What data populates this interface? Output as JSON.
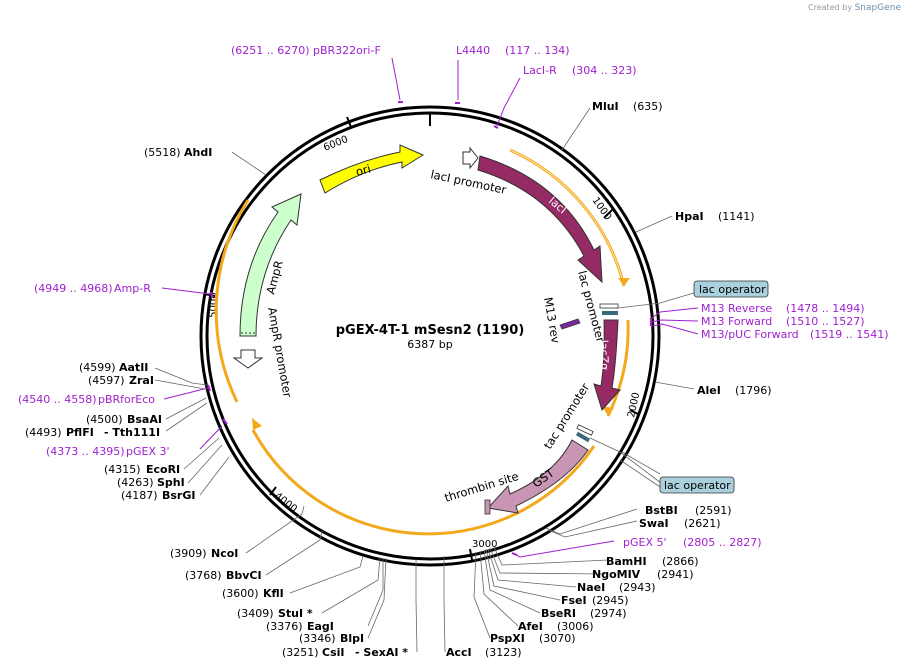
{
  "brand": {
    "created_by": "Created by",
    "name": "SnapGene"
  },
  "plasmid": {
    "name": "pGEX-4T-1 mSesn2 (1190)",
    "size": "6387 bp"
  },
  "ticks": {
    "t1000": "1000",
    "t2000": "2000",
    "t3000": "3000",
    "t4000": "4000",
    "t5000": "5000",
    "t6000": "6000"
  },
  "features": {
    "ori": "ori",
    "laci_promoter": "lacI promoter",
    "laci": "lacI",
    "lac_promoter": "lac promoter",
    "m13_rev": "M13 rev",
    "lacza": "lacZα",
    "tac_promoter": "tac promoter",
    "gst": "GST",
    "thrombin_site": "thrombin site",
    "ampr": "AmpR",
    "ampr_promoter": "AmpR promoter",
    "lac_operator_1": "lac operator",
    "lac_operator_2": "lac operator"
  },
  "sites": {
    "mlui": {
      "name": "MluI",
      "pos": "(635)"
    },
    "hpai": {
      "name": "HpaI",
      "pos": "(1141)"
    },
    "alei": {
      "name": "AleI",
      "pos": "(1796)"
    },
    "bstbi": {
      "name": "BstBI",
      "pos": "(2591)"
    },
    "swai": {
      "name": "SwaI",
      "pos": "(2621)"
    },
    "bamhi": {
      "name": "BamHI",
      "pos": "(2866)"
    },
    "ngomiv": {
      "name": "NgoMIV",
      "pos": "(2941)"
    },
    "naei": {
      "name": "NaeI",
      "pos": "(2943)"
    },
    "fsei": {
      "name": "FseI",
      "pos": "(2945)"
    },
    "bseri": {
      "name": "BseRI",
      "pos": "(2974)"
    },
    "afei": {
      "name": "AfeI",
      "pos": "(3006)"
    },
    "pspxi": {
      "name": "PspXI",
      "pos": "(3070)"
    },
    "acci": {
      "name": "AccI",
      "pos": "(3123)"
    },
    "csii": {
      "name": "CsiI",
      "pos": "(3251)",
      "extra": "- SexAI *"
    },
    "blpi": {
      "name": "BlpI",
      "pos": "(3346)"
    },
    "eagi": {
      "name": "EagI",
      "pos": "(3376)"
    },
    "stui": {
      "name": "StuI *",
      "pos": "(3409)"
    },
    "kfli": {
      "name": "KflI",
      "pos": "(3600)"
    },
    "bbvci": {
      "name": "BbvCI",
      "pos": "(3768)"
    },
    "ncoi": {
      "name": "NcoI",
      "pos": "(3909)"
    },
    "bsrgi": {
      "name": "BsrGI",
      "pos": "(4187)"
    },
    "sphi": {
      "name": "SphI",
      "pos": "(4263)"
    },
    "ecori": {
      "name": "EcoRI",
      "pos": "(4315)"
    },
    "pflfi": {
      "name": "PflFI",
      "pos": "(4493)",
      "extra": "- Tth111I"
    },
    "bsaai": {
      "name": "BsaAI",
      "pos": "(4500)"
    },
    "zrai": {
      "name": "ZraI",
      "pos": "(4597)"
    },
    "aatii": {
      "name": "AatII",
      "pos": "(4599)"
    },
    "ahdi": {
      "name": "AhdI",
      "pos": "(5518)"
    }
  },
  "primers": {
    "pbr322ori": {
      "range": "(6251 .. 6270)",
      "name": "pBR322ori-F"
    },
    "l4440": {
      "name": "L4440",
      "range": "(117 .. 134)"
    },
    "lacir": {
      "name": "LacI-R",
      "range": "(304 .. 323)"
    },
    "m13reverse": {
      "name": "M13 Reverse",
      "range": "(1478 .. 1494)"
    },
    "m13forward": {
      "name": "M13 Forward",
      "range": "(1510 .. 1527)"
    },
    "m13puc": {
      "name": "M13/pUC Forward",
      "range": "(1519 .. 1541)"
    },
    "pgex5": {
      "name": "pGEX 5'",
      "range": "(2805 .. 2827)"
    },
    "pgex3": {
      "range": "(4373 .. 4395)",
      "name": "pGEX 3'"
    },
    "pbrforeco": {
      "range": "(4540 .. 4558)",
      "name": "pBRforEco"
    },
    "ampr": {
      "range": "(4949 .. 4968)",
      "name": "Amp-R"
    }
  },
  "colors": {
    "ori": "#ffff00",
    "laci": "#962a64",
    "gst": "#c896b4",
    "ampr": "#ccffcc",
    "orf_arc": "#f4a81c",
    "primer": "#a020d0",
    "lac_operator_box": "#a9d0dc"
  }
}
